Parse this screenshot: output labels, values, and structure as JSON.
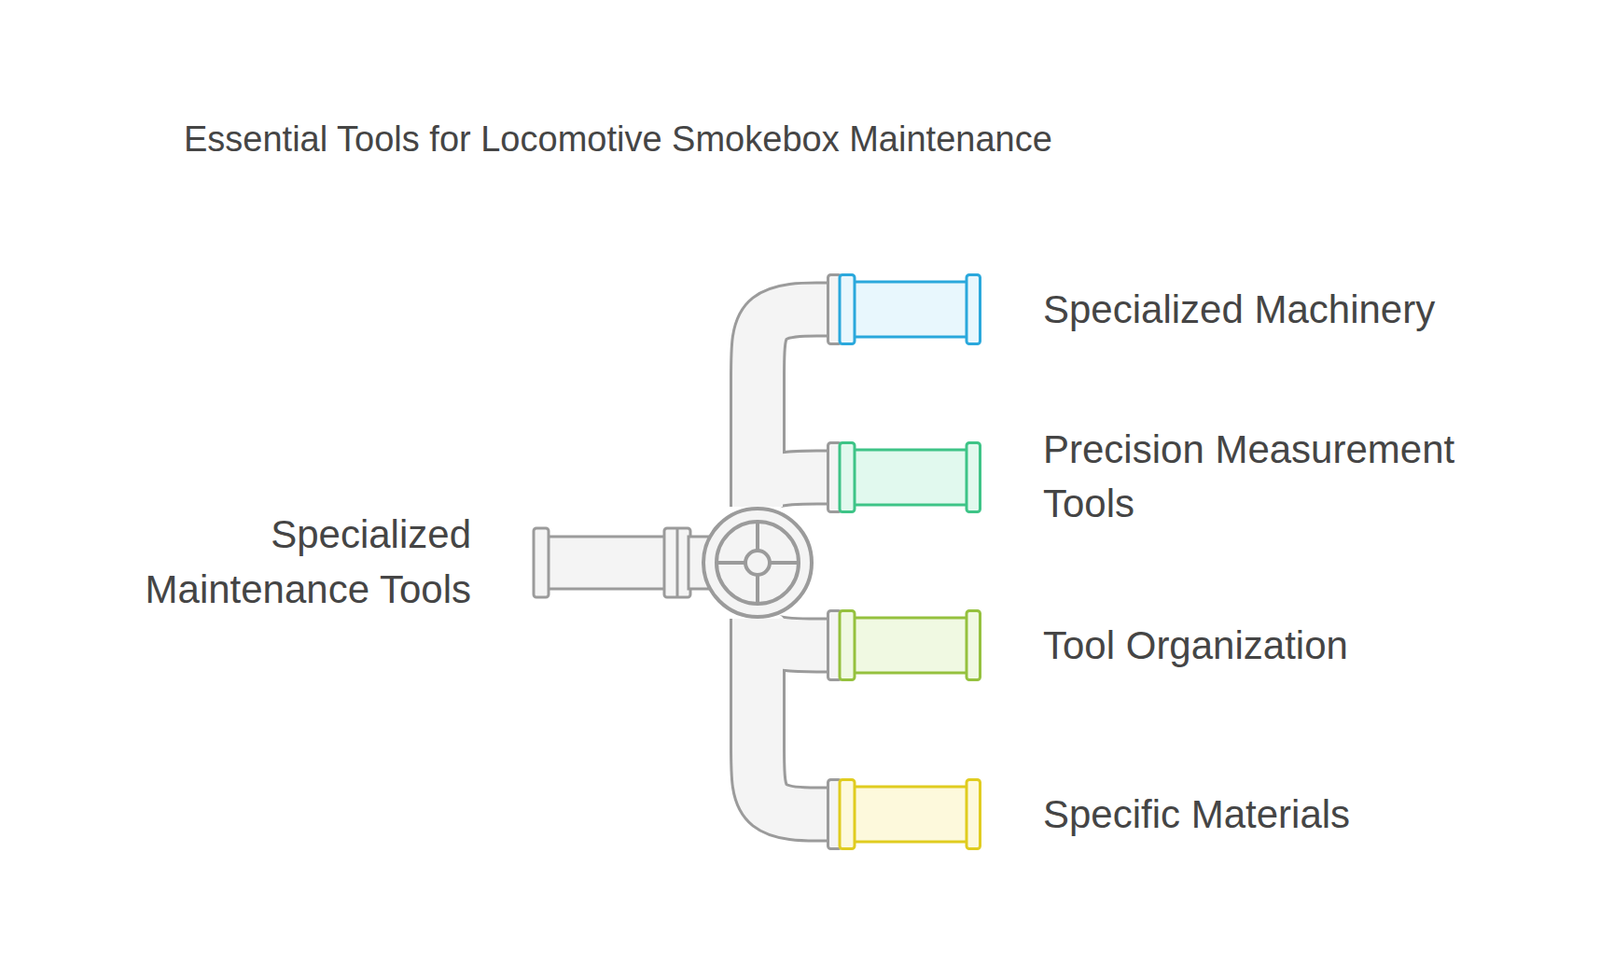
{
  "diagram": {
    "title": "Essential Tools for Locomotive Smokebox Maintenance",
    "nodes": [
      {
        "text": [
          "Specialized Maintenance Tools"
        ]
      },
      {
        "text": [
          "Specialized Machinery"
        ]
      },
      {
        "text": [
          "Precision Measurement Tools"
        ]
      },
      {
        "text": [
          "Tool Organization"
        ]
      },
      {
        "text": [
          "Specific Materials"
        ]
      }
    ],
    "edges": [
      {
        "from": 0,
        "to": 1,
        "arrow": "none"
      },
      {
        "from": 0,
        "to": 2,
        "arrow": "none"
      },
      {
        "from": 0,
        "to": 3,
        "arrow": "none"
      },
      {
        "from": 0,
        "to": 4,
        "arrow": "none"
      }
    ]
  }
}
